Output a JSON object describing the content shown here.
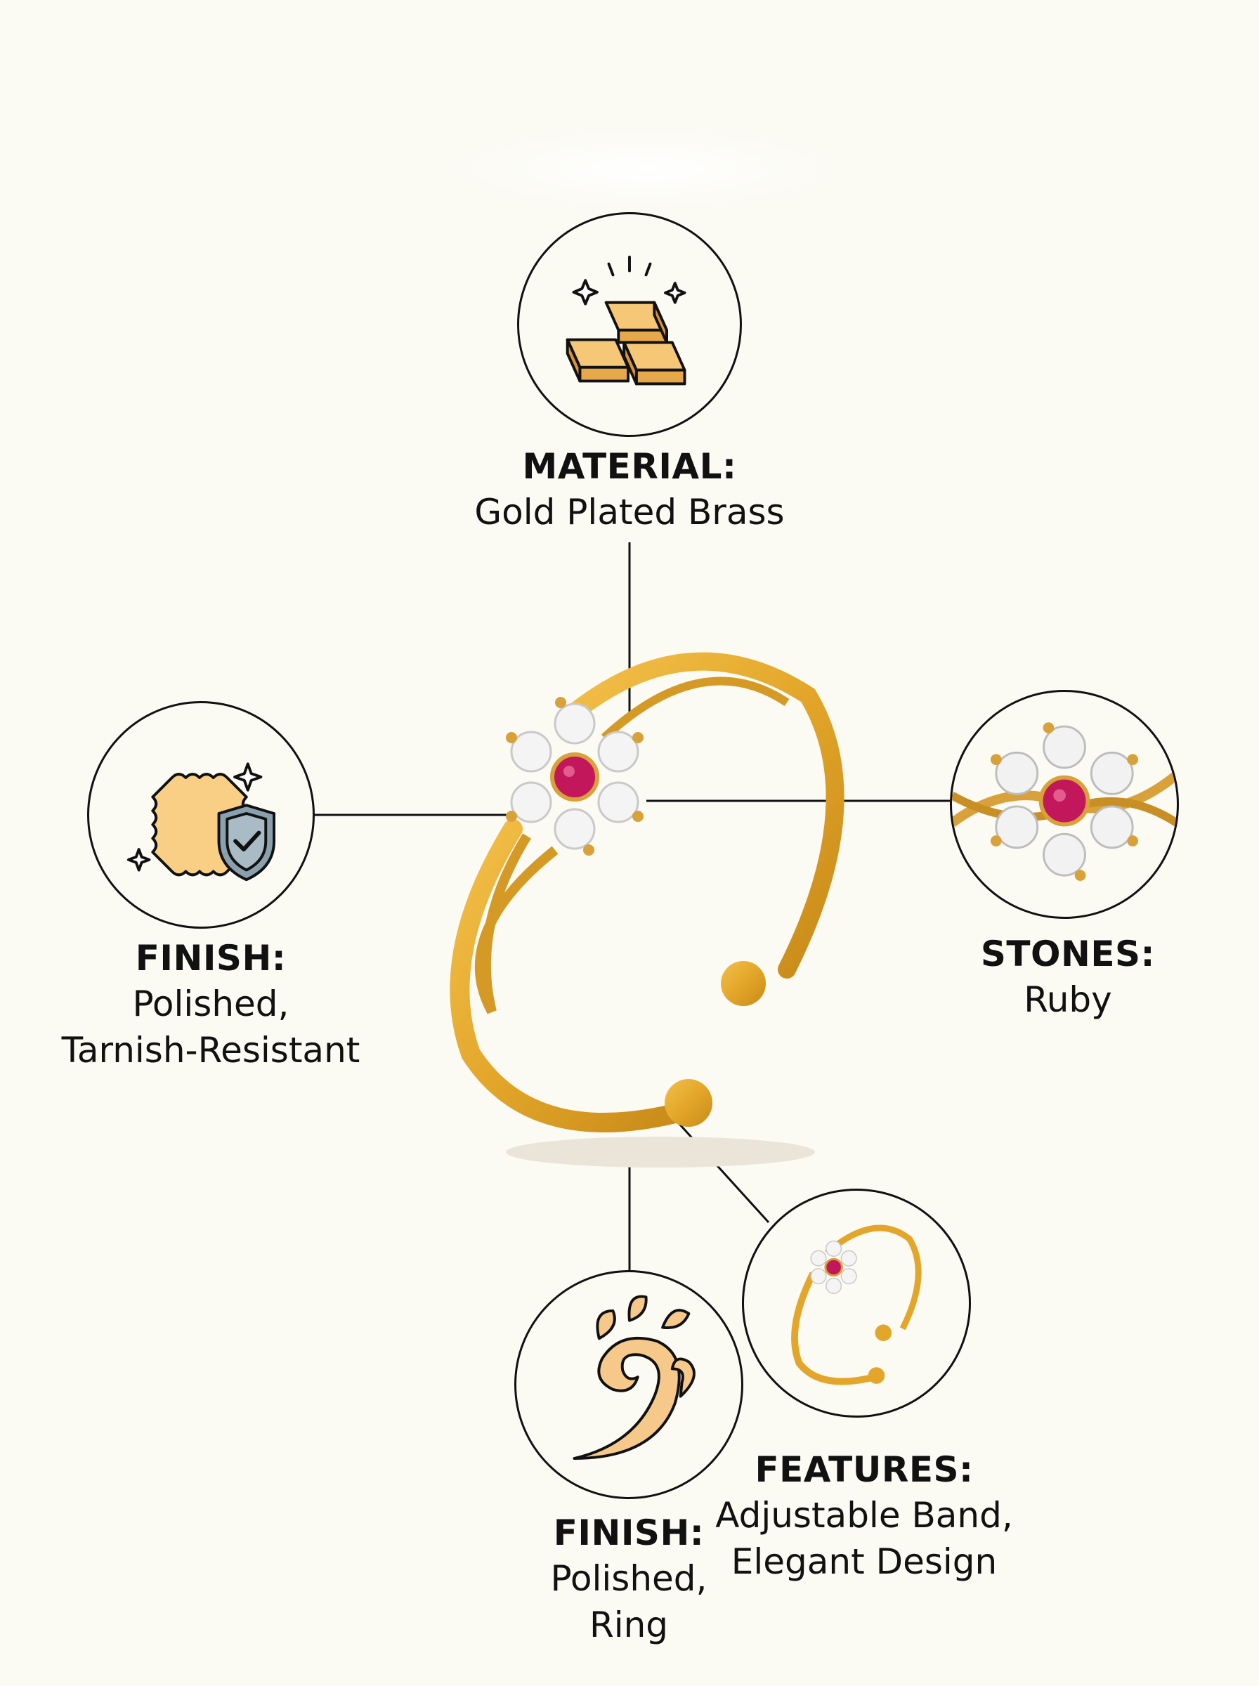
{
  "features": {
    "material": {
      "title": "MATERIAL:",
      "lines": [
        "Gold Plated Brass"
      ],
      "icon": "gold-bars-icon"
    },
    "finish_left": {
      "title": "FINISH:",
      "lines": [
        "Polished,",
        "Tarnish-Resistant"
      ],
      "icon": "cloth-shield-check-icon"
    },
    "stones": {
      "title": "STONES:",
      "lines": [
        "Ruby"
      ],
      "icon": "flower-stone-closeup"
    },
    "finish_bottom": {
      "title": "FINISH:",
      "lines": [
        "Polished,",
        "Ring"
      ],
      "icon": "swirl-splash-icon"
    },
    "features": {
      "title": "FEATURES:",
      "lines": [
        "Adjustable Band,",
        "Elegant Design"
      ],
      "icon": "ring-thumbnail"
    }
  },
  "colors": {
    "background": "#fbfaf3",
    "gold": "#e3a62a",
    "gold_light": "#f6d08a",
    "ruby": "#c2185b",
    "shield": "#7f97a3",
    "outline": "#111111"
  }
}
